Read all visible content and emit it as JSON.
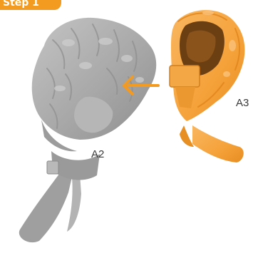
{
  "step_badge": "Step 1",
  "parts": [
    {
      "id": "A2",
      "label": "A2",
      "color": "#a9a9a9"
    },
    {
      "id": "A3",
      "label": "A3",
      "color": "#f5a23a"
    }
  ],
  "arrow": {
    "color": "#f39a21"
  }
}
